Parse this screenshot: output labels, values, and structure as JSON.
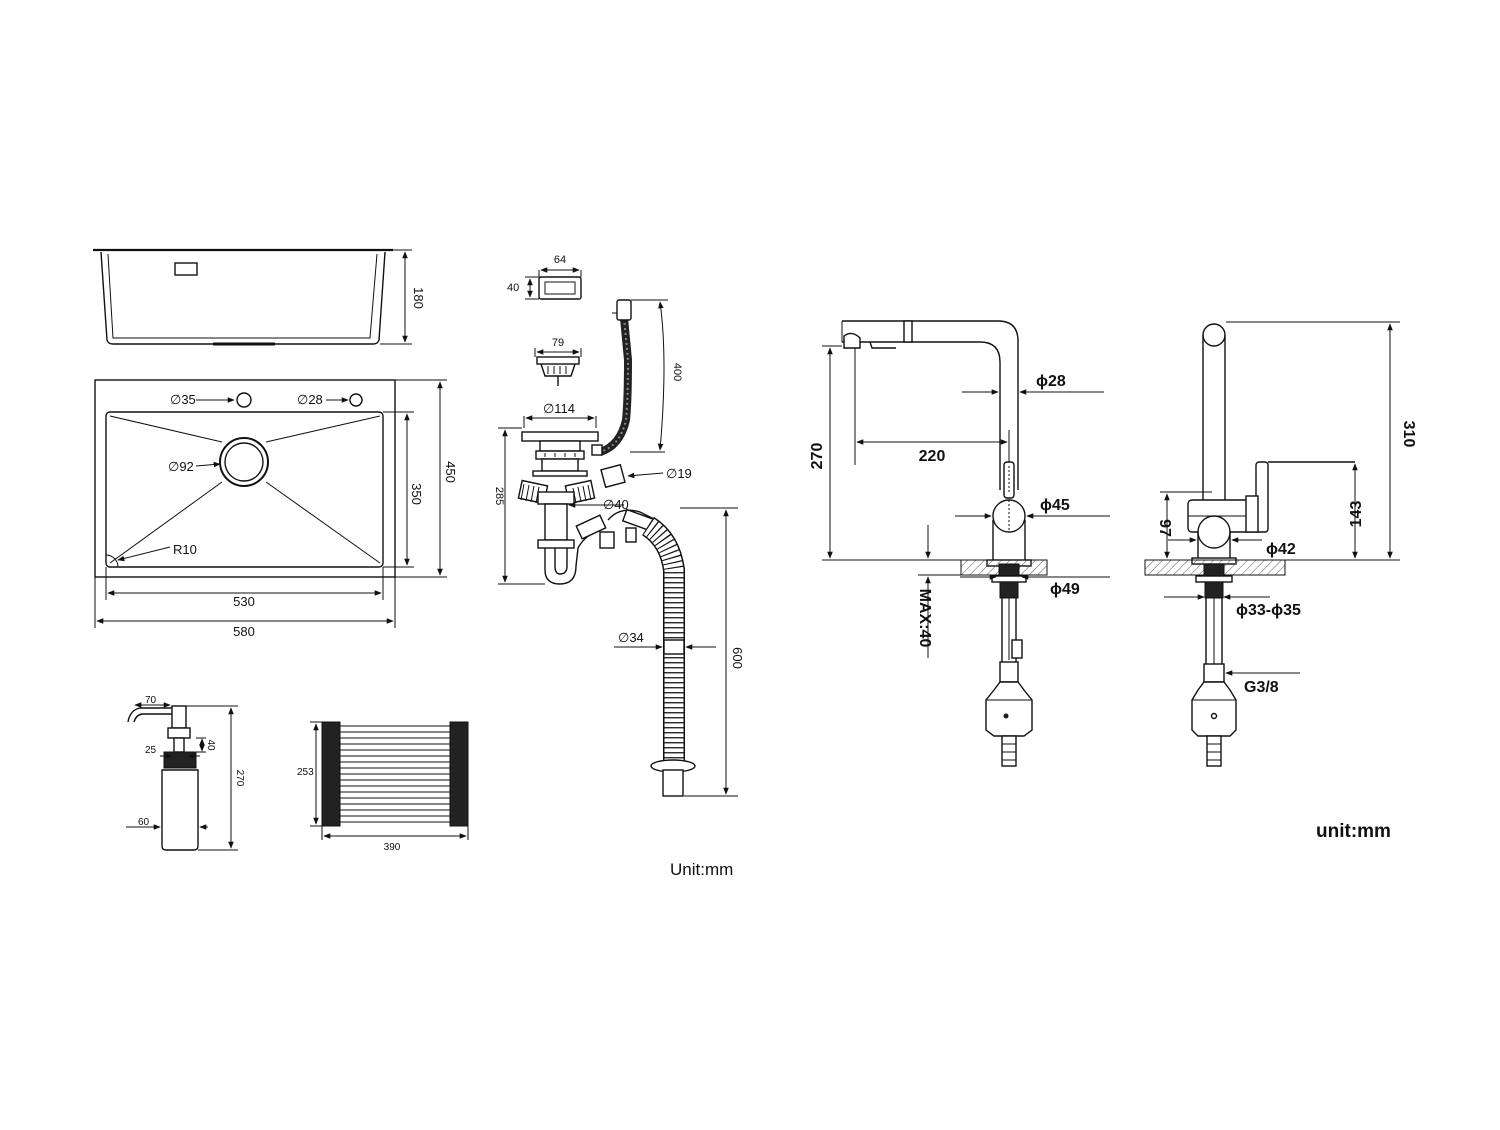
{
  "sink": {
    "depth": "180",
    "tap_hole": "∅35",
    "soap_hole": "∅28",
    "drain_hole": "∅92",
    "corner_radius": "R10",
    "inner_depth": "350",
    "outer_depth": "450",
    "inner_width": "530",
    "outer_width": "580"
  },
  "drain": {
    "overflow_width": "64",
    "overflow_height": "40",
    "overflow_hose": "400",
    "basket_diameter": "79",
    "flange_diameter": "∅114",
    "outlet_diameter": "∅19",
    "pipe_diameter": "∅40",
    "trap_height": "285",
    "hose_diameter": "∅34",
    "hose_length": "600",
    "unit": "Unit:mm"
  },
  "dispenser": {
    "spout": "70",
    "neck": "25",
    "collar": "40",
    "height": "270",
    "bottle": "60"
  },
  "rack": {
    "depth": "253",
    "width": "390"
  },
  "faucet": {
    "hose_diameter": "ϕ28",
    "reach": "220",
    "spout_height": "270",
    "body_diameter": "ϕ45",
    "max_deck": "MAX:40",
    "base_diameter": "ϕ49",
    "total_height": "310",
    "handle_height": "143",
    "body_height": "97",
    "column_diameter": "ϕ42",
    "hole_range": "ϕ33-ϕ35",
    "thread": "G3/8",
    "unit": "unit:mm"
  }
}
